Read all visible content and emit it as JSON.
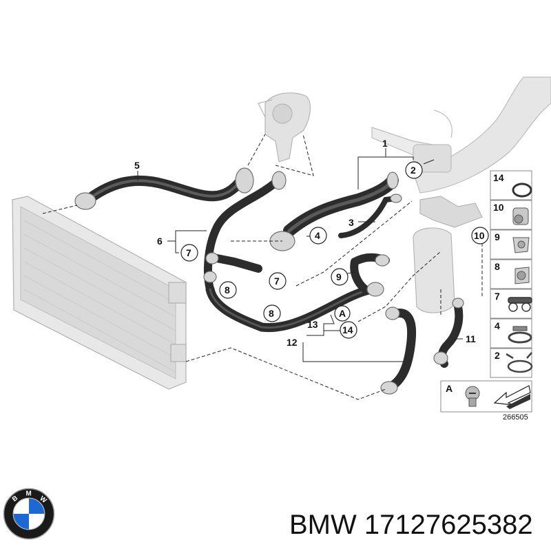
{
  "diagram": {
    "callouts": [
      "1",
      "2",
      "3",
      "4",
      "5",
      "6",
      "7",
      "7",
      "8",
      "8",
      "9",
      "10",
      "11",
      "12",
      "13",
      "14",
      "A"
    ],
    "legend": [
      {
        "num": "14",
        "icon": "o-ring-icon"
      },
      {
        "num": "10",
        "icon": "quick-connector-icon"
      },
      {
        "num": "9",
        "icon": "hose-clip-icon"
      },
      {
        "num": "8",
        "icon": "connector-clip-icon"
      },
      {
        "num": "7",
        "icon": "double-clip-icon"
      },
      {
        "num": "4",
        "icon": "hose-clamp-icon"
      },
      {
        "num": "2",
        "icon": "spring-clamp-icon"
      },
      {
        "num": "A",
        "icon": "bleed-screw-icon"
      }
    ],
    "drawing_number": "266505"
  },
  "caption": {
    "brand": "BMW",
    "part_number": "17127625382"
  },
  "logo": {
    "letters": "BMW",
    "colors": {
      "blue": "#1c69d4",
      "ring": "#1a1a1a",
      "white": "#ffffff"
    }
  }
}
